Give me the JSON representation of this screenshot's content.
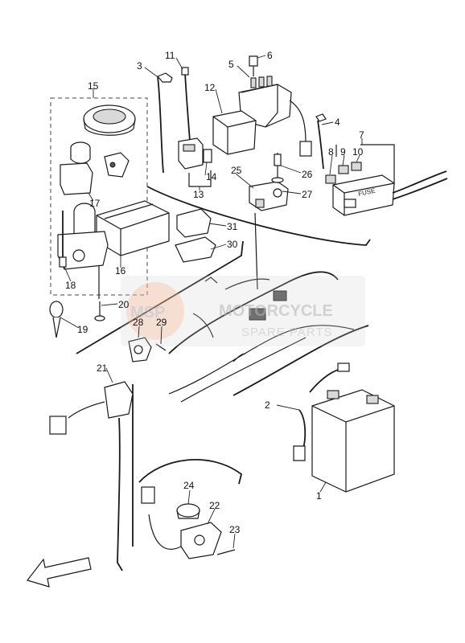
{
  "diagram": {
    "callouts": [
      "1",
      "2",
      "3",
      "4",
      "5",
      "6",
      "7",
      "8",
      "9",
      "10",
      "11",
      "12",
      "13",
      "14",
      "15",
      "16",
      "17",
      "18",
      "19",
      "20",
      "21",
      "22",
      "23",
      "24",
      "25",
      "26",
      "27",
      "28",
      "29",
      "30",
      "31"
    ],
    "fuse_box_text": "FUSE",
    "watermark": {
      "line1": "MOTORCYCLE",
      "line2": "SPARE PARTS",
      "logo_text": "MSP"
    }
  }
}
